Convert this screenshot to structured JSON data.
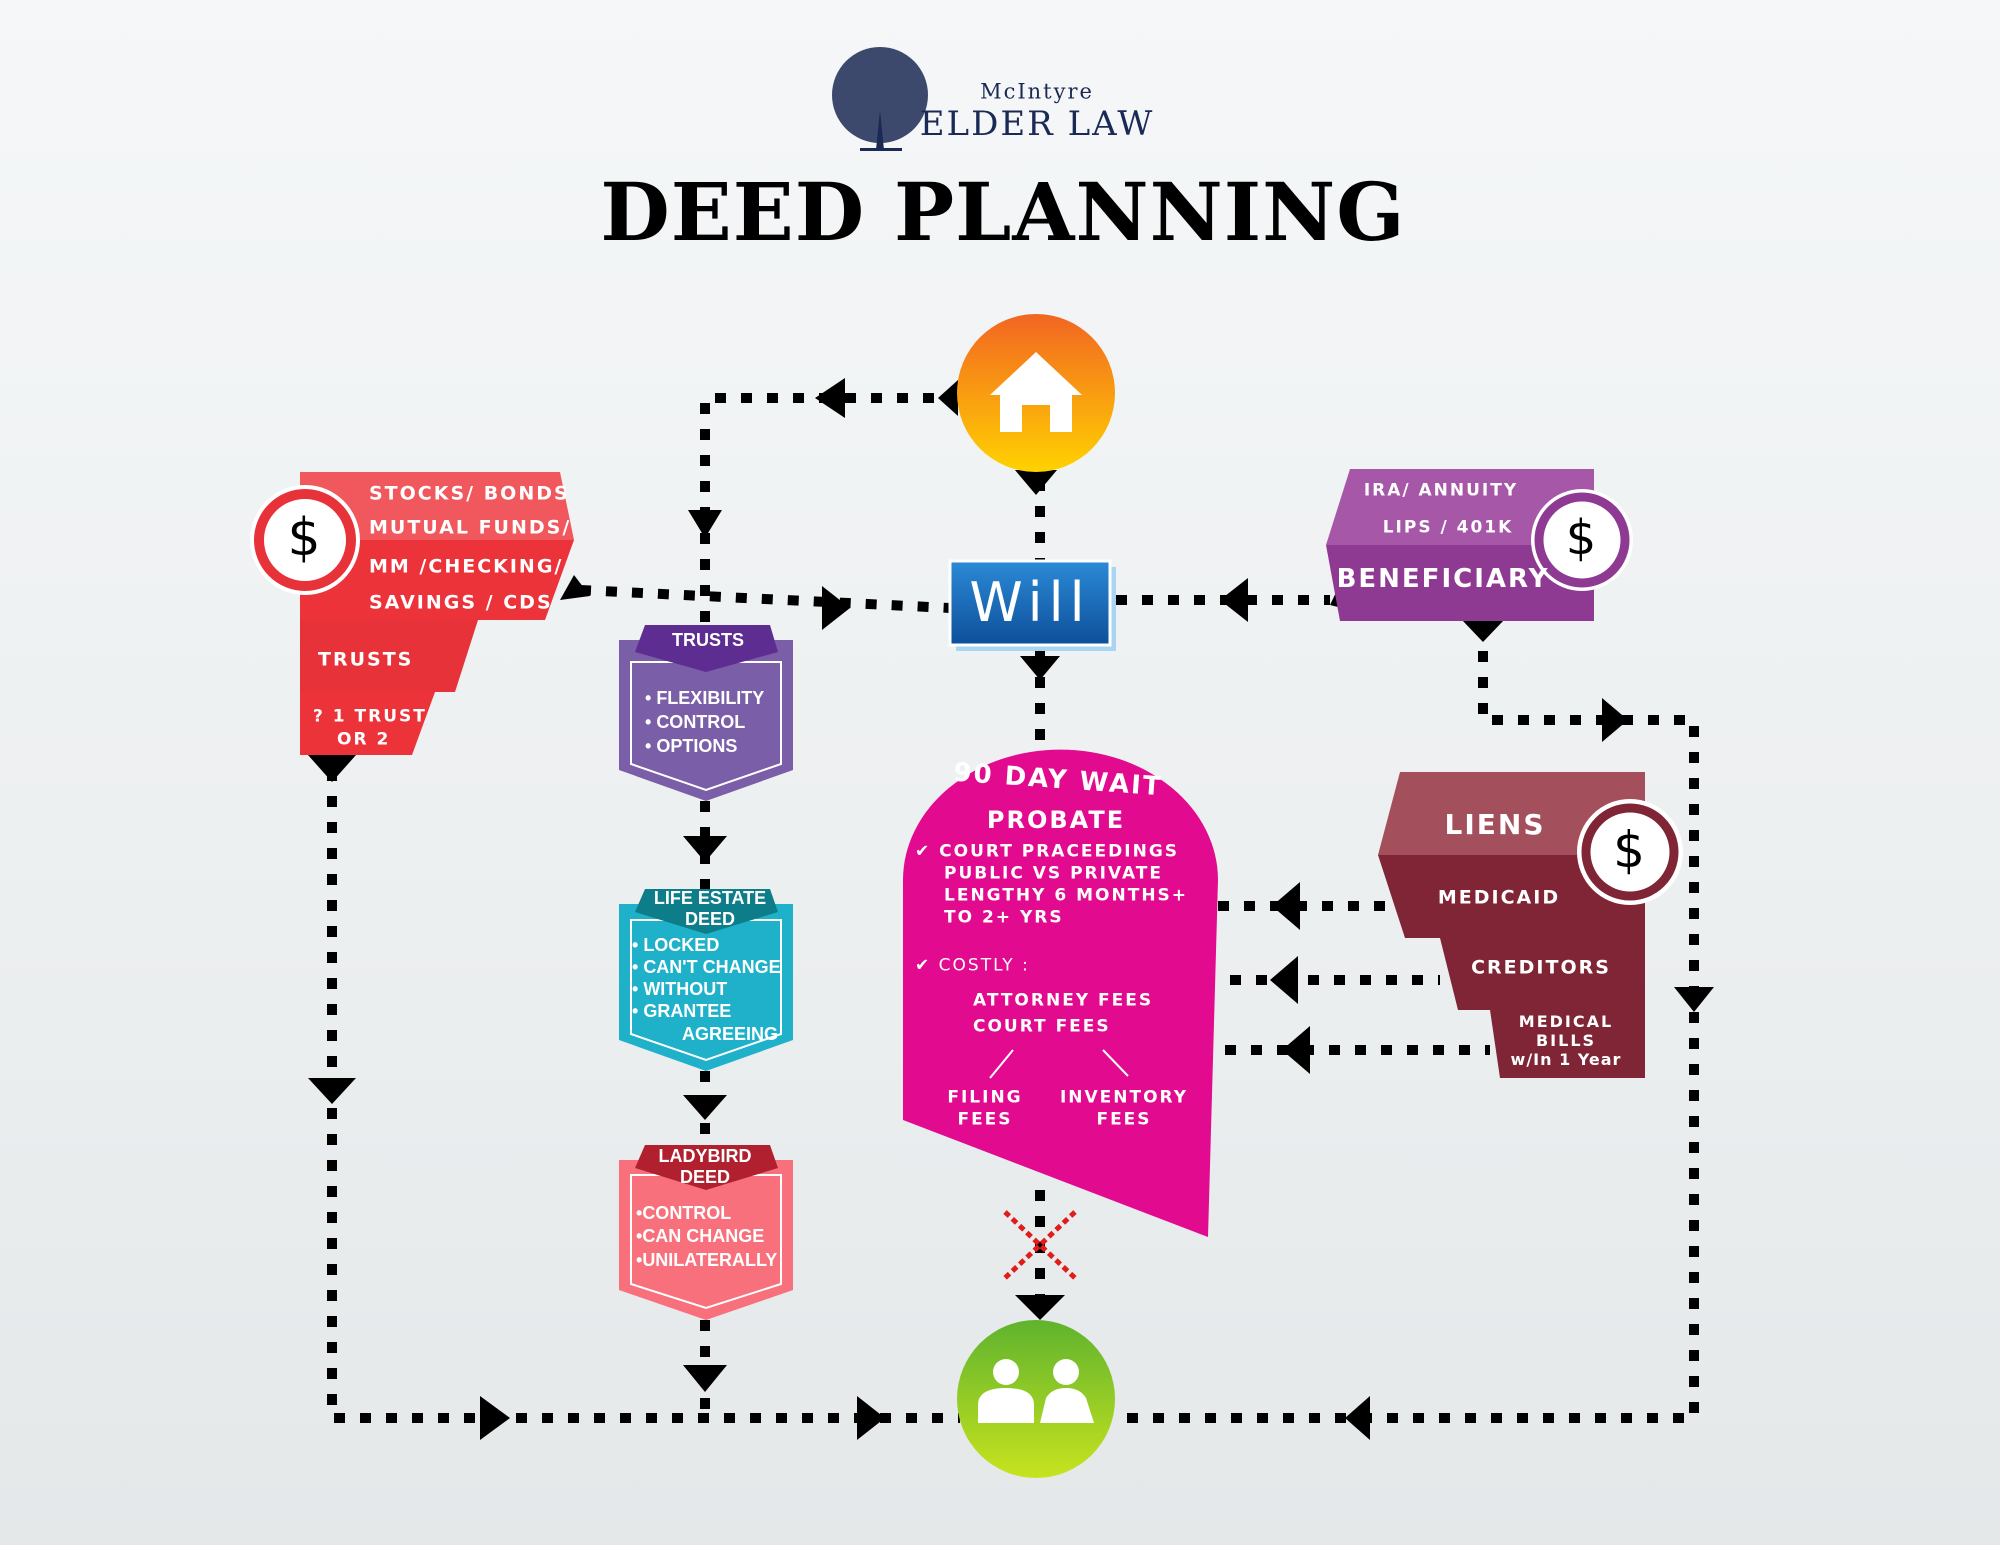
{
  "logo": {
    "line1": "McIntyre",
    "line2": "Elder Law"
  },
  "title": "DEED PLANNING",
  "assets": {
    "lines": [
      "STOCKS/ BONDS",
      "MUTUAL FUNDS/",
      "MM /CHECKING/",
      "SAVINGS / CDS"
    ],
    "trusts": "TRUSTS",
    "question": [
      "? 1 TRUST",
      "OR 2"
    ],
    "symbol": "$"
  },
  "trusts_box": {
    "title": "TRUSTS",
    "bullets": [
      "FLEXIBILITY",
      "CONTROL",
      "OPTIONS"
    ]
  },
  "life_estate": {
    "title": [
      "LIFE ESTATE",
      "DEED"
    ],
    "bullets": [
      "LOCKED",
      "CAN'T CHANGE",
      "WITHOUT",
      "GRANTEE",
      "AGREEING"
    ]
  },
  "ladybird": {
    "title": [
      "LADYBIRD",
      "DEED"
    ],
    "bullets": [
      "CONTROL",
      "CAN CHANGE",
      "UNILATERALLY"
    ]
  },
  "will": "Will",
  "probate": {
    "heading": [
      "90 DAY WAIT",
      "PROBATE"
    ],
    "points": [
      "COURT PRACEEDINGS",
      "PUBLIC VS PRIVATE",
      "LENGTHY 6 MONTHS+",
      "TO 2+ YRS"
    ],
    "costly": "COSTLY :",
    "fees": [
      "ATTORNEY FEES",
      "COURT FEES"
    ],
    "filing": [
      "FILING",
      "FEES"
    ],
    "inventory": [
      "INVENTORY",
      "FEES"
    ]
  },
  "beneficiary": {
    "lines": [
      "IRA/ ANNUITY",
      "LIPS / 401K"
    ],
    "label": "BENEFICIARY",
    "symbol": "$"
  },
  "liens": {
    "title": "LIENS",
    "items": [
      "MEDICAID",
      "CREDITORS"
    ],
    "medical": [
      "MEDICAL",
      "BILLS",
      "w/In 1 Year"
    ],
    "symbol": "$"
  },
  "colors": {
    "red": "#ec3339",
    "purple": "#7b5ea8",
    "cyan": "#1eb1c9",
    "pink": "#f7707c",
    "magenta": "#e20a8e",
    "maroon": "#7f2535",
    "will_blue": "#1565b4",
    "navy": "#1b2a55"
  }
}
